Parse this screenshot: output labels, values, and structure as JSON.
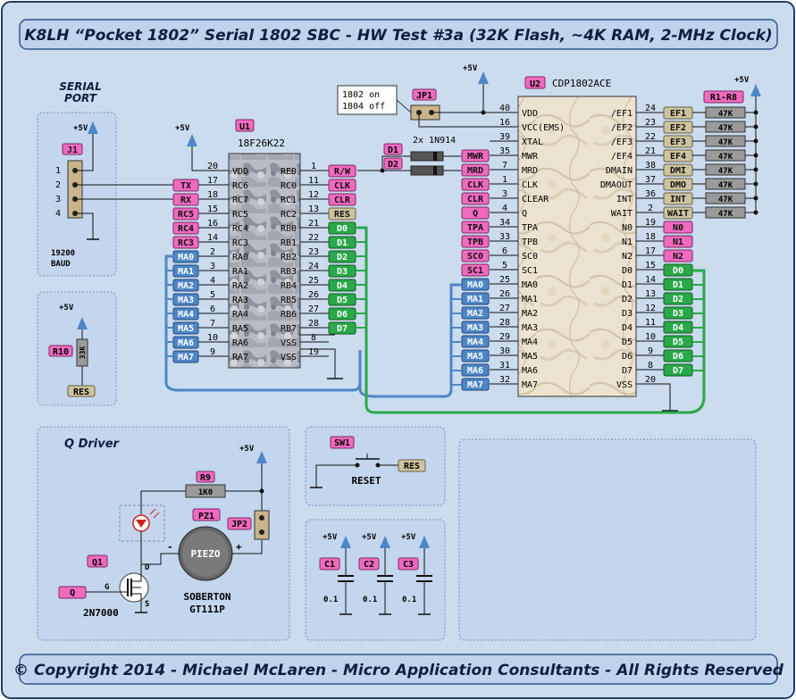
{
  "title": "K8LH “Pocket 1802” Serial 1802 SBC - HW Test #3a (32K Flash, ~4K RAM, 2-MHz Clock)",
  "footer": "© Copyright 2014 - Michael McLaren - Micro Application Consultants - All Rights Reserved",
  "colors": {
    "page_bg": "#cbdcee",
    "panel": "#c6d8ee",
    "border": "#3a5a88",
    "pink": "#f06ac0",
    "blue": "#4f86c6",
    "green": "#2aa84a",
    "tan": "#cdc3a0",
    "gray": "#8a8a8a"
  },
  "serial_port": {
    "heading_line1": "SERIAL",
    "heading_line2": "PORT",
    "connector": "J1",
    "power": "+5V",
    "pins": [
      "1",
      "2",
      "3",
      "4"
    ],
    "baud_line1": "19200",
    "baud_line2": "BAUD"
  },
  "reset_pullup": {
    "power": "+5V",
    "resistor": "R10",
    "value": "33K",
    "net": "RES"
  },
  "u1": {
    "ref": "U1",
    "part": "18F26K22",
    "power": "+5V",
    "right_pins": [
      {
        "num": "20",
        "name": "VDD"
      },
      {
        "num": "17",
        "name": "RC6"
      },
      {
        "num": "18",
        "name": "RC7"
      },
      {
        "num": "15",
        "name": "RC5"
      },
      {
        "num": "16",
        "name": "RC4"
      },
      {
        "num": "14",
        "name": "RC3"
      },
      {
        "num": "2",
        "name": "RA0"
      },
      {
        "num": "3",
        "name": "RA1"
      },
      {
        "num": "4",
        "name": "RA2"
      },
      {
        "num": "5",
        "name": "RA3"
      },
      {
        "num": "6",
        "name": "RA4"
      },
      {
        "num": "7",
        "name": "RA5"
      },
      {
        "num": "10",
        "name": "RA6"
      },
      {
        "num": "9",
        "name": "RA7"
      }
    ],
    "left_nets": [
      {
        "net": "TX",
        "type": "pink"
      },
      {
        "net": "RX",
        "type": "pink"
      },
      {
        "net": "RC5",
        "type": "pink"
      },
      {
        "net": "RC4",
        "type": "pink"
      },
      {
        "net": "RC3",
        "type": "pink"
      },
      {
        "net": "MA0",
        "type": "blue"
      },
      {
        "net": "MA1",
        "type": "blue"
      },
      {
        "net": "MA2",
        "type": "blue"
      },
      {
        "net": "MA3",
        "type": "blue"
      },
      {
        "net": "MA4",
        "type": "blue"
      },
      {
        "net": "MA5",
        "type": "blue"
      },
      {
        "net": "MA6",
        "type": "blue"
      },
      {
        "net": "MA7",
        "type": "blue"
      }
    ],
    "inner_right": [
      "RC0",
      "RC1",
      "RC2",
      "RB0",
      "RB1",
      "RB2",
      "RB3",
      "RB4",
      "RB5",
      "RB6",
      "RB7",
      "VSS",
      "VSS"
    ],
    "right_nums": [
      "1",
      "11",
      "12",
      "13",
      "21",
      "22",
      "23",
      "24",
      "25",
      "26",
      "27",
      "28",
      "8",
      "19"
    ],
    "right_first": "RE0",
    "right_nets": [
      {
        "net": "R/W",
        "type": "pink"
      },
      {
        "net": "CLK",
        "type": "pink"
      },
      {
        "net": "CLR",
        "type": "pink"
      },
      {
        "net": "RES",
        "type": "tan"
      },
      {
        "net": "D0",
        "type": "green"
      },
      {
        "net": "D1",
        "type": "green"
      },
      {
        "net": "D2",
        "type": "green"
      },
      {
        "net": "D3",
        "type": "green"
      },
      {
        "net": "D4",
        "type": "green"
      },
      {
        "net": "D5",
        "type": "green"
      },
      {
        "net": "D6",
        "type": "green"
      },
      {
        "net": "D7",
        "type": "green"
      }
    ]
  },
  "diodes": {
    "d1": "D1",
    "d2": "D2",
    "note": "2x 1N914"
  },
  "jp1": {
    "ref": "JP1",
    "note_line1": "1802 on",
    "note_line2": "1804 off"
  },
  "u2": {
    "ref": "U2",
    "part": "CDP1802ACE",
    "power": "+5V",
    "left_pins": [
      {
        "num": "40",
        "name": "VDD"
      },
      {
        "num": "16",
        "name": "VCC(EMS)"
      },
      {
        "num": "39",
        "name": "XTAL"
      },
      {
        "num": "35",
        "name": "MWR"
      },
      {
        "num": "7",
        "name": "MRD"
      },
      {
        "num": "1",
        "name": "CLK"
      },
      {
        "num": "3",
        "name": "CLEAR"
      },
      {
        "num": "4",
        "name": "Q"
      },
      {
        "num": "34",
        "name": "TPA"
      },
      {
        "num": "33",
        "name": "TPB"
      },
      {
        "num": "6",
        "name": "SC0"
      },
      {
        "num": "5",
        "name": "SC1"
      },
      {
        "num": "25",
        "name": "MA0"
      },
      {
        "num": "26",
        "name": "MA1"
      },
      {
        "num": "27",
        "name": "MA2"
      },
      {
        "num": "28",
        "name": "MA3"
      },
      {
        "num": "29",
        "name": "MA4"
      },
      {
        "num": "30",
        "name": "MA5"
      },
      {
        "num": "31",
        "name": "MA6"
      },
      {
        "num": "32",
        "name": "MA7"
      }
    ],
    "left_nets": [
      {
        "net": "MWR",
        "type": "pink"
      },
      {
        "net": "MRD",
        "type": "pink"
      },
      {
        "net": "CLK",
        "type": "pink"
      },
      {
        "net": "CLR",
        "type": "pink"
      },
      {
        "net": "Q",
        "type": "pink"
      },
      {
        "net": "TPA",
        "type": "pink"
      },
      {
        "net": "TPB",
        "type": "pink"
      },
      {
        "net": "SC0",
        "type": "pink"
      },
      {
        "net": "SC1",
        "type": "pink"
      },
      {
        "net": "MA0",
        "type": "blue"
      },
      {
        "net": "MA1",
        "type": "blue"
      },
      {
        "net": "MA2",
        "type": "blue"
      },
      {
        "net": "MA3",
        "type": "blue"
      },
      {
        "net": "MA4",
        "type": "blue"
      },
      {
        "net": "MA5",
        "type": "blue"
      },
      {
        "net": "MA6",
        "type": "blue"
      },
      {
        "net": "MA7",
        "type": "blue"
      }
    ],
    "right_pins": [
      {
        "num": "24",
        "name": "/EF1"
      },
      {
        "num": "23",
        "name": "/EF2"
      },
      {
        "num": "22",
        "name": "/EF3"
      },
      {
        "num": "21",
        "name": "/EF4"
      },
      {
        "num": "38",
        "name": "DMAIN"
      },
      {
        "num": "37",
        "name": "DMAOUT"
      },
      {
        "num": "36",
        "name": "INT"
      },
      {
        "num": "2",
        "name": "WAIT"
      },
      {
        "num": "19",
        "name": "N0"
      },
      {
        "num": "18",
        "name": "N1"
      },
      {
        "num": "17",
        "name": "N2"
      },
      {
        "num": "15",
        "name": "D0"
      },
      {
        "num": "14",
        "name": "D1"
      },
      {
        "num": "13",
        "name": "D2"
      },
      {
        "num": "12",
        "name": "D3"
      },
      {
        "num": "11",
        "name": "D4"
      },
      {
        "num": "10",
        "name": "D5"
      },
      {
        "num": "9",
        "name": "D6"
      },
      {
        "num": "8",
        "name": "D7"
      },
      {
        "num": "20",
        "name": "VSS"
      }
    ],
    "right_nets": [
      {
        "net": "EF1",
        "type": "tan"
      },
      {
        "net": "EF2",
        "type": "tan"
      },
      {
        "net": "EF3",
        "type": "tan"
      },
      {
        "net": "EF4",
        "type": "tan"
      },
      {
        "net": "DMI",
        "type": "tan"
      },
      {
        "net": "DMO",
        "type": "tan"
      },
      {
        "net": "INT",
        "type": "tan"
      },
      {
        "net": "WAIT",
        "type": "tan"
      },
      {
        "net": "N0",
        "type": "pink"
      },
      {
        "net": "N1",
        "type": "pink"
      },
      {
        "net": "N2",
        "type": "pink"
      },
      {
        "net": "D0",
        "type": "green"
      },
      {
        "net": "D1",
        "type": "green"
      },
      {
        "net": "D2",
        "type": "green"
      },
      {
        "net": "D3",
        "type": "green"
      },
      {
        "net": "D4",
        "type": "green"
      },
      {
        "net": "D5",
        "type": "green"
      },
      {
        "net": "D6",
        "type": "green"
      },
      {
        "net": "D7",
        "type": "green"
      }
    ]
  },
  "pullups": {
    "ref": "R1-R8",
    "value": "47K",
    "power": "+5V"
  },
  "q_driver": {
    "heading": "Q Driver",
    "power": "+5V",
    "r9": "R9",
    "r9_value": "1K0",
    "pz1": "PZ1",
    "piezo": "PIEZO",
    "jp2": "JP2",
    "q1": "Q1",
    "q_net": "Q",
    "gate": "G",
    "drain": "D",
    "source": "S",
    "plus": "+",
    "minus": "-",
    "mosfet": "2N7000",
    "maker_line1": "SOBERTON",
    "maker_line2": "GT111P"
  },
  "reset_switch": {
    "ref": "SW1",
    "label": "RESET",
    "net": "RES"
  },
  "caps": {
    "power": "+5V",
    "refs": [
      "C1",
      "C2",
      "C3"
    ],
    "value": "0.1"
  }
}
